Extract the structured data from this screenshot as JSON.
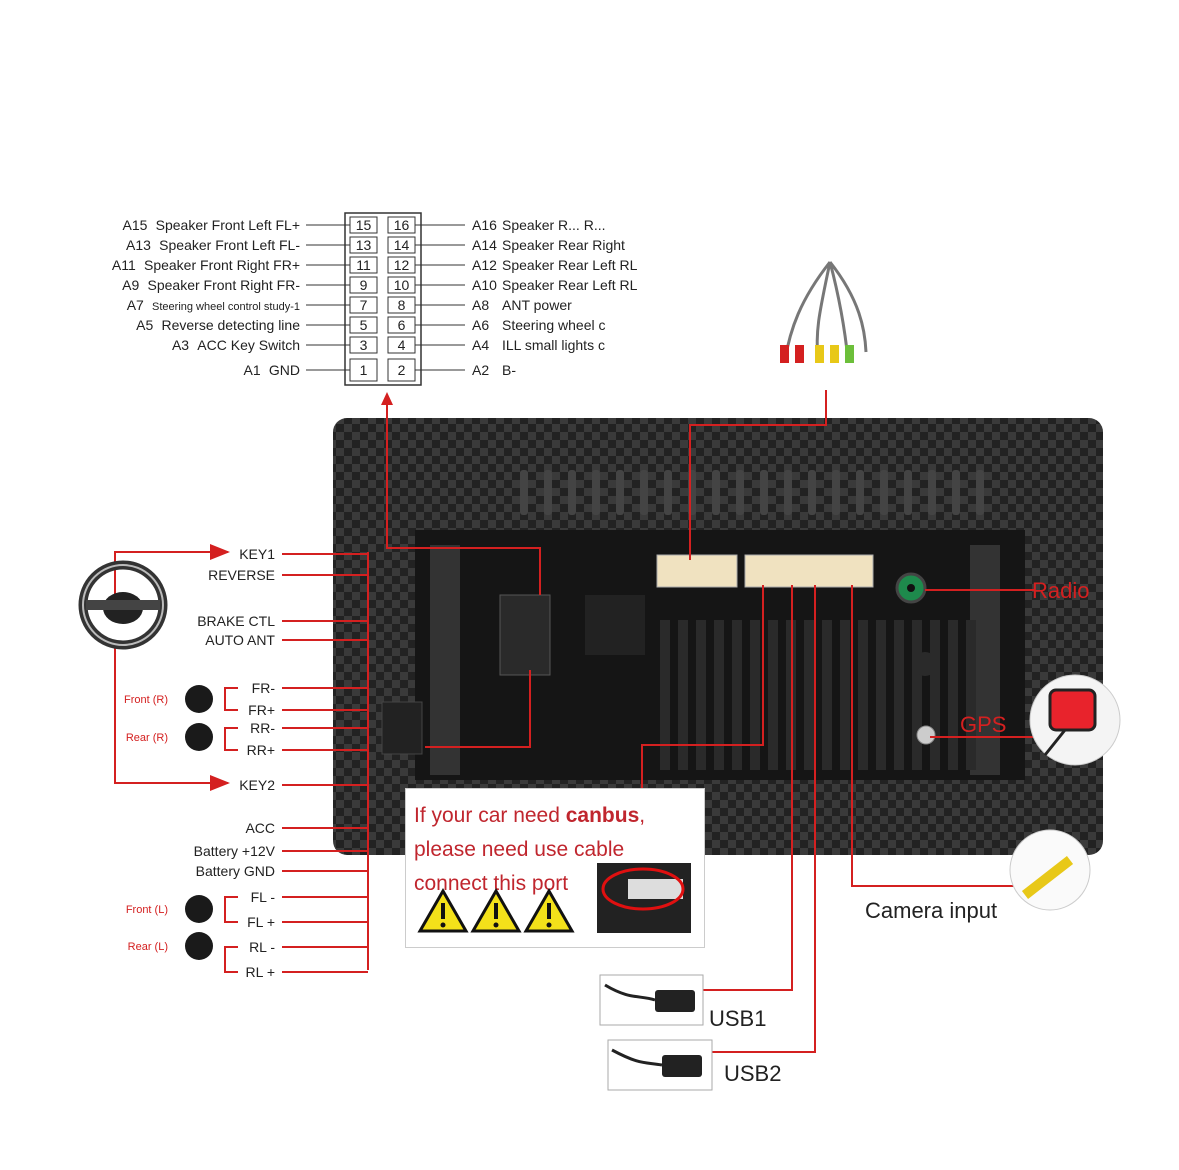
{
  "pin_diagram": {
    "left": [
      {
        "code": "A15",
        "label": "Speaker Front Left FL+"
      },
      {
        "code": "A13",
        "label": "Speaker Front Left FL-"
      },
      {
        "code": "A11",
        "label": "Speaker Front Right FR+"
      },
      {
        "code": "A9",
        "label": "Speaker Front Right FR-"
      },
      {
        "code": "A7",
        "label": "Steering wheel control study-1"
      },
      {
        "code": "A5",
        "label": "Reverse detecting line"
      },
      {
        "code": "A3",
        "label": "ACC Key Switch"
      },
      {
        "code": "A1",
        "label": "GND"
      }
    ],
    "right": [
      {
        "code": "A16",
        "label": "Speaker R... R..."
      },
      {
        "code": "A14",
        "label": "Speaker Rear Right"
      },
      {
        "code": "A12",
        "label": "Speaker Rear Left RL"
      },
      {
        "code": "A10",
        "label": "Speaker Rear Left RL"
      },
      {
        "code": "A8",
        "label": "ANT power"
      },
      {
        "code": "A6",
        "label": "Steering wheel c"
      },
      {
        "code": "A4",
        "label": "ILL small lights c"
      },
      {
        "code": "A2",
        "label": "B-"
      }
    ],
    "pins_left": [
      "15",
      "13",
      "11",
      "9",
      "7",
      "5",
      "3",
      "1"
    ],
    "pins_right": [
      "16",
      "14",
      "12",
      "10",
      "8",
      "6",
      "4",
      "2"
    ]
  },
  "harness": [
    {
      "label": "KEY1"
    },
    {
      "label": "REVERSE"
    },
    {
      "label": "BRAKE CTL"
    },
    {
      "label": "AUTO ANT"
    },
    {
      "label": "FR-"
    },
    {
      "label": "FR+"
    },
    {
      "label": "RR-"
    },
    {
      "label": "RR+"
    },
    {
      "label": "KEY2"
    },
    {
      "label": "ACC"
    },
    {
      "label": "Battery +12V"
    },
    {
      "label": "Battery GND"
    },
    {
      "label": "FL -"
    },
    {
      "label": "FL +"
    },
    {
      "label": "RL -"
    },
    {
      "label": "RL +"
    }
  ],
  "speakers": [
    {
      "label": "Front (R)"
    },
    {
      "label": "Rear (R)"
    },
    {
      "label": "Front (L)"
    },
    {
      "label": "Rear (L)"
    }
  ],
  "ports": {
    "radio": "Radio",
    "gps": "GPS",
    "camera": "Camera input",
    "usb1": "USB1",
    "usb2": "USB2"
  },
  "canbus_note": {
    "line1_pre": "If your car need ",
    "line1_bold": "canbus",
    "line1_post": ",",
    "line2": "please need use cable",
    "line3": "connect this port"
  },
  "colors": {
    "wire": "#d42020",
    "device": "#1c1c1c"
  }
}
